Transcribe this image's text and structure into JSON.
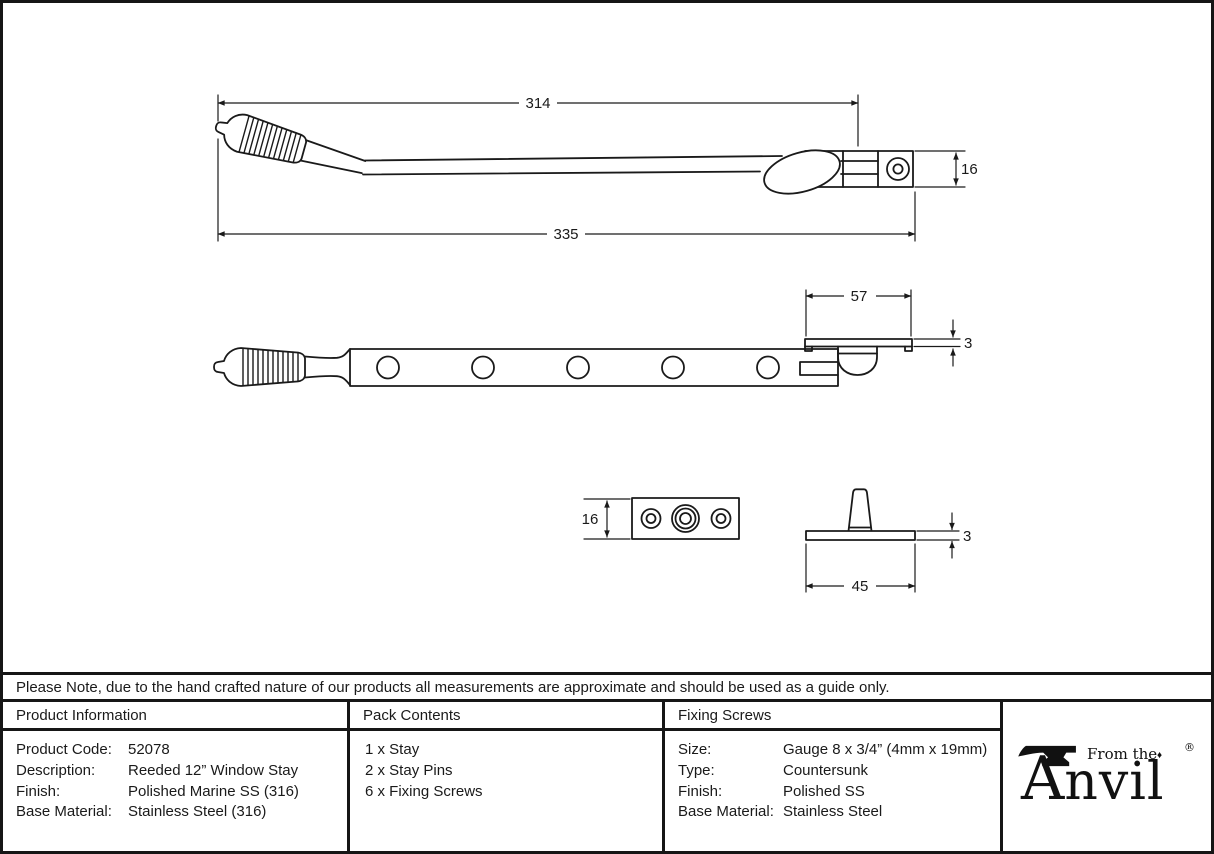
{
  "note": "Please Note, due to the hand crafted nature of our products all measurements are approximate and should be used as a guide only.",
  "drawings": {
    "stay_side_view": {
      "dim_hole_to_tip": "314",
      "dim_overall_length": "335",
      "dim_bracket_height": "16"
    },
    "stay_plan_view": {
      "dim_plate_length": "57",
      "dim_plate_thickness": "3"
    },
    "stay_pin_plate_front_view": {
      "dim_plate_height": "16"
    },
    "stay_pin_side_view": {
      "dim_plate_length": "45",
      "dim_plate_thickness": "3"
    }
  },
  "product_information": {
    "header": "Product Information",
    "rows": [
      {
        "label": "Product Code:",
        "value": "52078"
      },
      {
        "label": "Description:",
        "value": "Reeded 12” Window Stay"
      },
      {
        "label": "Finish:",
        "value": "Polished Marine SS (316)"
      },
      {
        "label": "Base Material:",
        "value": "Stainless Steel (316)"
      }
    ]
  },
  "pack_contents": {
    "header": "Pack Contents",
    "items": [
      "1 x Stay",
      "2 x Stay Pins",
      "6 x Fixing Screws"
    ]
  },
  "fixing_screws": {
    "header": "Fixing Screws",
    "rows": [
      {
        "label": "Size:",
        "value": "Gauge 8 x 3/4” (4mm x 19mm)"
      },
      {
        "label": "Type:",
        "value": "Countersunk"
      },
      {
        "label": "Finish:",
        "value": "Polished SS"
      },
      {
        "label": "Base Material:",
        "value": "Stainless Steel"
      }
    ]
  },
  "brand": {
    "tagline": "From the",
    "name_initial": "A",
    "name_rest": "nvil",
    "diamond": "♦",
    "registered_mark": "®"
  },
  "colors": {
    "line": "#1a1a1a",
    "background": "#ffffff",
    "text": "#1a1a1a"
  }
}
